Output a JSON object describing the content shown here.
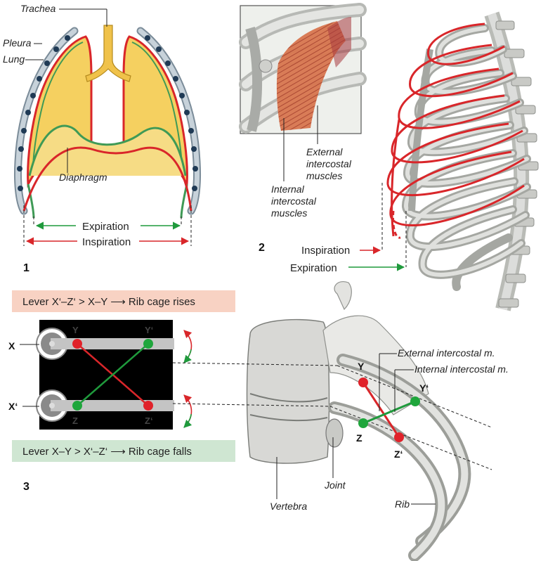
{
  "panel1": {
    "number": "1",
    "labels": {
      "trachea": "Trachea",
      "pleura": "Pleura",
      "lung": "Lung",
      "diaphragm": "Diaphragm"
    },
    "arrows": {
      "expiration": "Expiration",
      "inspiration": "Inspiration"
    }
  },
  "panel2": {
    "number": "2",
    "labels": {
      "external_1": "External",
      "external_2": "intercostal",
      "external_3": "muscles",
      "internal_1": "Internal",
      "internal_2": "intercostal",
      "internal_3": "muscles"
    },
    "arrows": {
      "inspiration": "Inspiration",
      "expiration": "Expiration"
    }
  },
  "panel3": {
    "number": "3",
    "lever_rise": "Lever X‘–Z‘ > X–Y  ⟶ Rib cage rises",
    "lever_fall": "Lever X–Y > X‘–Z‘  ⟶ Rib cage falls",
    "points": {
      "x": "X",
      "x_prime": "X‘",
      "y": "Y",
      "y_prime": "Y‘",
      "z": "Z",
      "z_prime": "Z‘"
    },
    "labels": {
      "external": "External intercostal m.",
      "internal": "Internal intercostal m.",
      "joint": "Joint",
      "vertebra": "Vertebra",
      "rib": "Rib"
    }
  },
  "colors": {
    "red": "#d9262a",
    "green": "#1f9a3c",
    "lung_yellow": "#f5d060",
    "rise_box": "#f8d2c3",
    "fall_box": "#cfe6d2",
    "bone": "#d8d8d5"
  }
}
